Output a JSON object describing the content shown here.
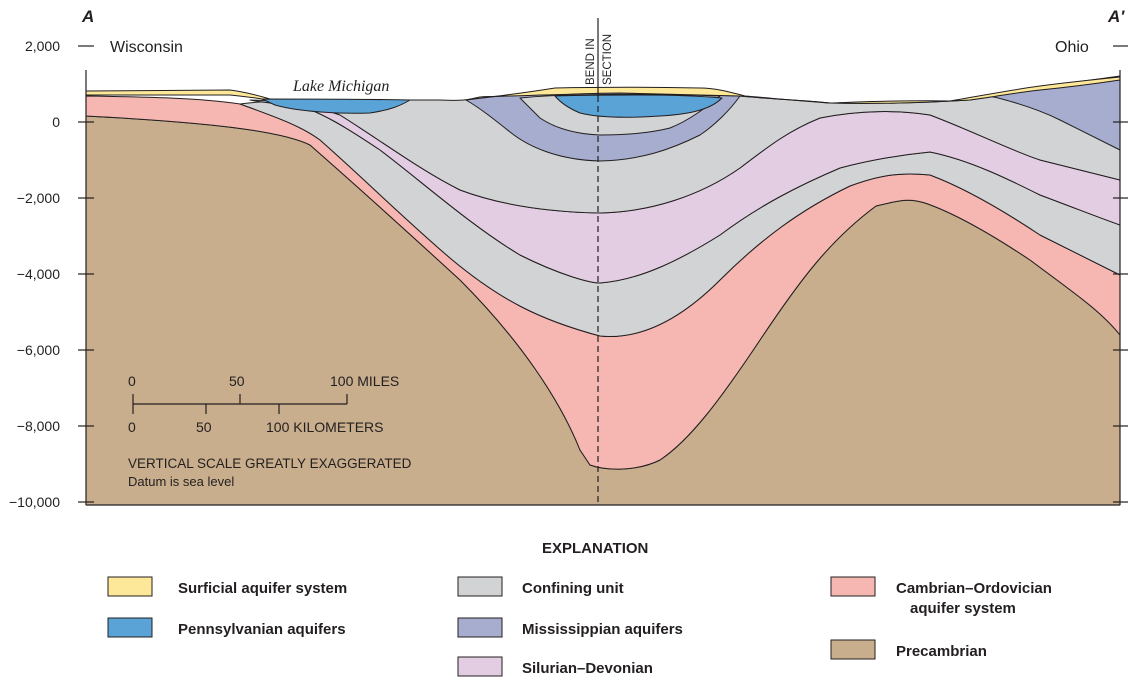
{
  "section": {
    "start_label": "A",
    "end_label": "A'",
    "left_place": "Wisconsin",
    "right_place": "Ohio",
    "lake_label": "Lake Michigan",
    "bend_label_line1": "BEND IN",
    "bend_label_line2": "SECTION"
  },
  "y_axis": {
    "ticks": [
      "2,000",
      "0",
      "−2,000",
      "−4,000",
      "−6,000",
      "−8,000",
      "−10,000"
    ]
  },
  "scale_bar": {
    "miles_labels": [
      "0",
      "50",
      "100 MILES"
    ],
    "km_labels": [
      "0",
      "50",
      "100 KILOMETERS"
    ],
    "note_line1": "VERTICAL SCALE GREATLY EXAGGERATED",
    "note_line2": "Datum is sea level"
  },
  "legend": {
    "title": "EXPLANATION",
    "items": [
      {
        "label": "Surficial aquifer system",
        "color": "#fde89a"
      },
      {
        "label": "Pennsylvanian aquifers",
        "color": "#5aa3d6"
      },
      {
        "label": "Confining unit",
        "color": "#d2d3d4"
      },
      {
        "label": "Mississippian aquifers",
        "color": "#a6adcf"
      },
      {
        "label": "Silurian–Devonian",
        "color": "#e2cde3"
      },
      {
        "label": "Cambrian–Ordovician",
        "label_line2": "aquifer system",
        "color": "#f6b7b2"
      },
      {
        "label": "Precambrian",
        "color": "#c8ae8c"
      }
    ]
  }
}
